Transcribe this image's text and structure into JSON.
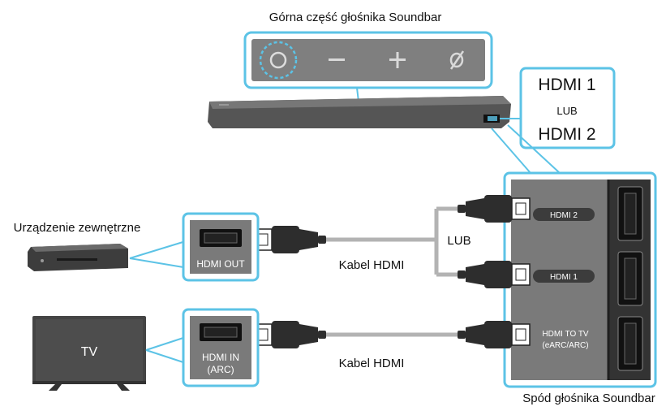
{
  "top_caption": "Górna część głośnika Soundbar",
  "top_panel_buttons": [
    "power-icon",
    "minus-icon",
    "plus-icon",
    "mic-off-icon"
  ],
  "callout": {
    "line1": "HDMI 1",
    "line2": "LUB",
    "line3": "HDMI 2"
  },
  "external_device": {
    "label": "Urządzenie zewnętrzne",
    "port_label": "HDMI OUT"
  },
  "tv": {
    "screen_text": "TV",
    "port_label_1": "HDMI IN",
    "port_label_2": "(ARC)"
  },
  "cable_label_top": "Kabel HDMI",
  "cable_label_bottom": "Kabel HDMI",
  "or_label": "LUB",
  "bottom_panel": {
    "port_hdmi2": "HDMI 2",
    "port_hdmi1": "HDMI 1",
    "port_tv_1": "HDMI TO TV",
    "port_tv_2": "(eARC/ARC)",
    "caption": "Spód głośnika Soundbar"
  },
  "colors": {
    "accent": "#5cc3e6",
    "panel": "#7a7a7a",
    "dark": "#3a3a3a",
    "cable": "#b0b0b0"
  }
}
